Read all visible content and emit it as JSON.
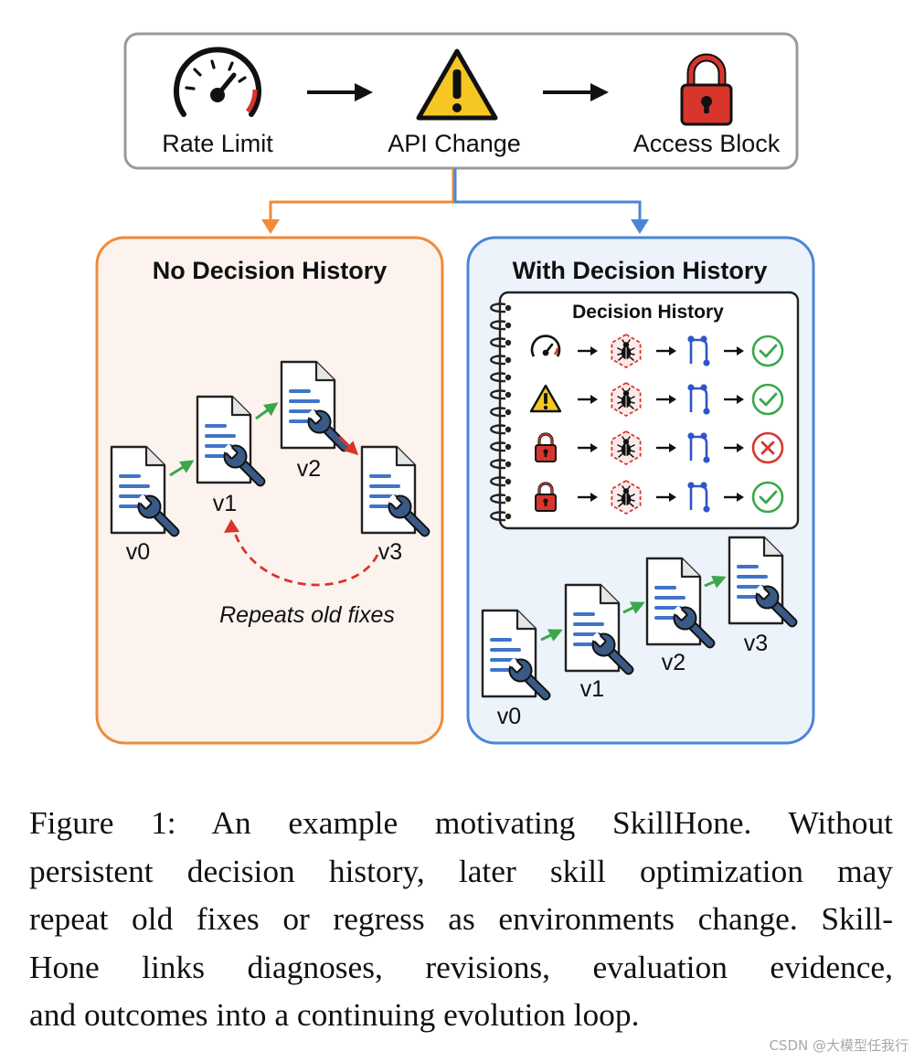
{
  "top_flow": {
    "steps": [
      {
        "label": "Rate Limit",
        "icon": "speedometer-icon"
      },
      {
        "label": "API Change",
        "icon": "warning-icon"
      },
      {
        "label": "Access Block",
        "icon": "padlock-icon"
      }
    ]
  },
  "left_panel": {
    "title": "No Decision History",
    "versions": [
      "v0",
      "v1",
      "v2",
      "v3"
    ],
    "loop_label": "Repeats old fixes"
  },
  "right_panel": {
    "title": "With Decision History",
    "notebook_title": "Decision History",
    "history_rows": [
      {
        "trigger": "speedometer-icon",
        "outcome": "success"
      },
      {
        "trigger": "warning-icon",
        "outcome": "success"
      },
      {
        "trigger": "padlock-icon",
        "outcome": "failure"
      },
      {
        "trigger": "padlock-icon",
        "outcome": "success"
      }
    ],
    "versions": [
      "v0",
      "v1",
      "v2",
      "v3"
    ]
  },
  "colors": {
    "orange": "#ef8b3a",
    "blue": "#4a86d6",
    "green": "#3aa84a",
    "red": "#d8352c",
    "doc_lines": "#3f74c8",
    "wrench": "#3a5a86"
  },
  "caption": {
    "lines": [
      "Figure 1: An example motivating SkillHone. Without",
      "persistent decision history, later skill optimization may",
      "repeat old fixes or regress as environments change. Skill-",
      "Hone links diagnoses, revisions, evaluation evidence,",
      "and outcomes into a continuing evolution loop."
    ]
  },
  "watermark": "CSDN @大模型任我行"
}
